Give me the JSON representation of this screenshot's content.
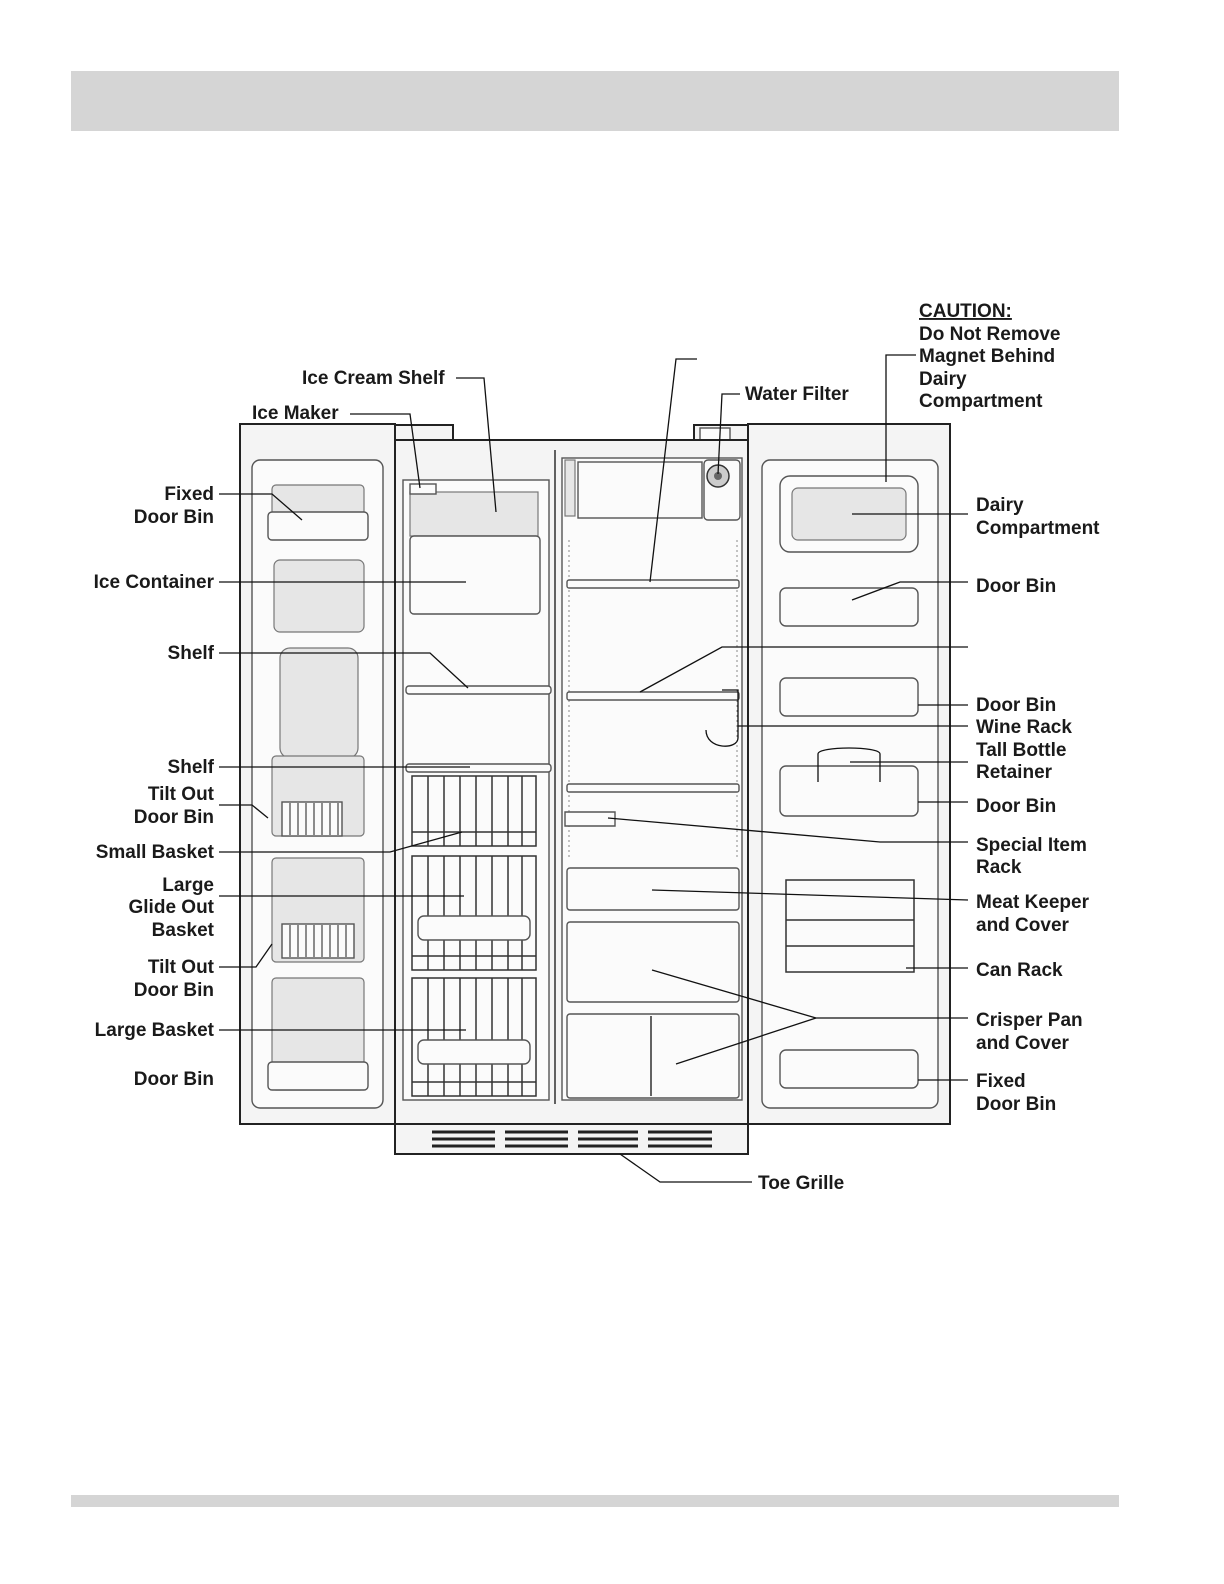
{
  "labels": {
    "ice_cream_shelf": "Ice Cream Shelf",
    "ice_maker": "Ice Maker",
    "water_filter": "Water Filter",
    "caution_title": "CAUTION:",
    "caution_line1": "Do Not Remove",
    "caution_line2": "Magnet Behind",
    "caution_line3": "Dairy",
    "caution_line4": "Compartment",
    "fixed_door_bin_top_1": "Fixed",
    "fixed_door_bin_top_2": "Door Bin",
    "ice_container": "Ice Container",
    "shelf_1": "Shelf",
    "shelf_2": "Shelf",
    "tilt_out_door_bin_1a": "Tilt Out",
    "tilt_out_door_bin_1b": "Door Bin",
    "small_basket": "Small Basket",
    "large_glide_out_basket_1": "Large",
    "large_glide_out_basket_2": "Glide Out",
    "large_glide_out_basket_3": "Basket",
    "tilt_out_door_bin_2a": "Tilt Out",
    "tilt_out_door_bin_2b": "Door Bin",
    "large_basket": "Large Basket",
    "door_bin_left": "Door Bin",
    "dairy_compartment_1": "Dairy",
    "dairy_compartment_2": "Compartment",
    "door_bin_r1": "Door Bin",
    "door_bin_r2": "Door Bin",
    "wine_rack": "Wine Rack",
    "tall_bottle_retainer_1": "Tall Bottle",
    "tall_bottle_retainer_2": "Retainer",
    "door_bin_r3": "Door Bin",
    "special_item_rack_1": "Special Item",
    "special_item_rack_2": "Rack",
    "meat_keeper_1": "Meat Keeper",
    "meat_keeper_2": "and Cover",
    "can_rack": "Can Rack",
    "crisper_pan_1": "Crisper Pan",
    "crisper_pan_2": "and Cover",
    "fixed_door_bin_bottom_1": "Fixed",
    "fixed_door_bin_bottom_2": "Door Bin",
    "toe_grille": "Toe Grille"
  }
}
